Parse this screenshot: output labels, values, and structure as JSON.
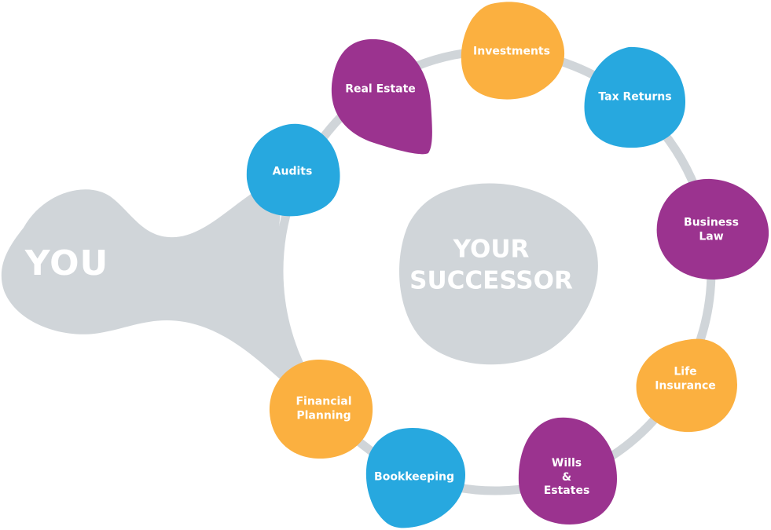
{
  "colors": {
    "purple": "#9b338f",
    "blue": "#27a8df",
    "orange": "#fbb040",
    "gray": "#d0d5d9",
    "ring": "#d0d5d9",
    "text": "#ffffff"
  },
  "you": {
    "label": "YOU"
  },
  "successor": {
    "line1": "YOUR",
    "line2": "SUCCESSOR"
  },
  "nodes": [
    {
      "id": "audits",
      "label": "Audits",
      "color": "blue"
    },
    {
      "id": "real-estate",
      "label": "Real Estate",
      "color": "purple"
    },
    {
      "id": "investments",
      "label": "Investments",
      "color": "orange"
    },
    {
      "id": "tax-returns",
      "label": "Tax Returns",
      "color": "blue"
    },
    {
      "id": "business-law",
      "line1": "Business",
      "line2": "Law",
      "color": "purple"
    },
    {
      "id": "life-insurance",
      "line1": "Life",
      "line2": "Insurance",
      "color": "orange"
    },
    {
      "id": "wills-estates",
      "line1": "Wills",
      "line2": "&",
      "line3": "Estates",
      "color": "purple"
    },
    {
      "id": "bookkeeping",
      "label": "Bookkeeping",
      "color": "blue"
    },
    {
      "id": "financial-planning",
      "line1": "Financial",
      "line2": "Planning",
      "color": "orange"
    }
  ]
}
